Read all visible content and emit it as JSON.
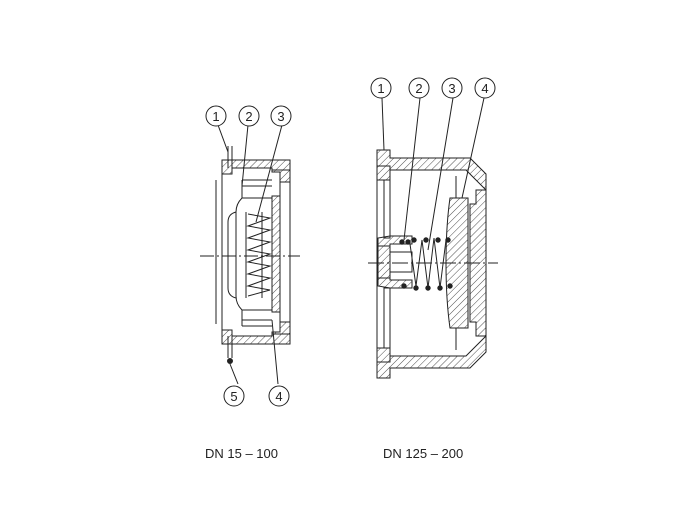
{
  "captions": {
    "left": "DN 15 – 100",
    "right": "DN 125 – 200"
  },
  "callouts": {
    "left": {
      "c1": "1",
      "c2": "2",
      "c3": "3",
      "c4": "4",
      "c5": "5"
    },
    "right": {
      "c1": "1",
      "c2": "2",
      "c3": "3",
      "c4": "4"
    }
  },
  "colors": {
    "line": "#222222",
    "background": "#ffffff"
  }
}
